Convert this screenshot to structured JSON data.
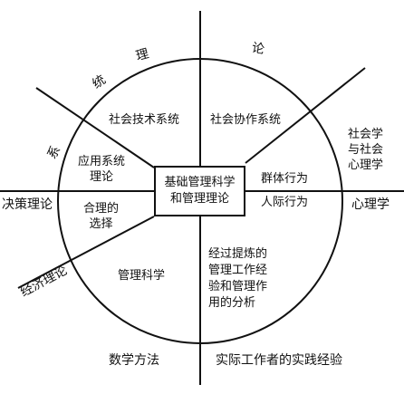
{
  "diagram": {
    "outer": {
      "top_left_arc": [
        "系",
        "统",
        "理"
      ],
      "top_right_arc": "论",
      "left_top": "决策理论",
      "left_bottom": "经济理论",
      "right_top": [
        "社会学",
        "与社会",
        "心理学"
      ],
      "right_mid": "心理学",
      "bottom_left": "数学方法",
      "bottom_right": "实际工作者的实践经验"
    },
    "inner": {
      "social_tech": "社会技术系统",
      "social_coop": "社会协作系统",
      "applied_sys": [
        "应用系统",
        "理论"
      ],
      "rational_choice": [
        "合理的",
        "选择"
      ],
      "group_behavior": "群体行为",
      "interpersonal": "人际行为",
      "mgmt_science": "管理科学",
      "experience": [
        "经过提炼的",
        "管理工作经",
        "验和管理作",
        "用的分析"
      ]
    },
    "center": [
      "基础管理科学",
      "和管理理论"
    ]
  }
}
